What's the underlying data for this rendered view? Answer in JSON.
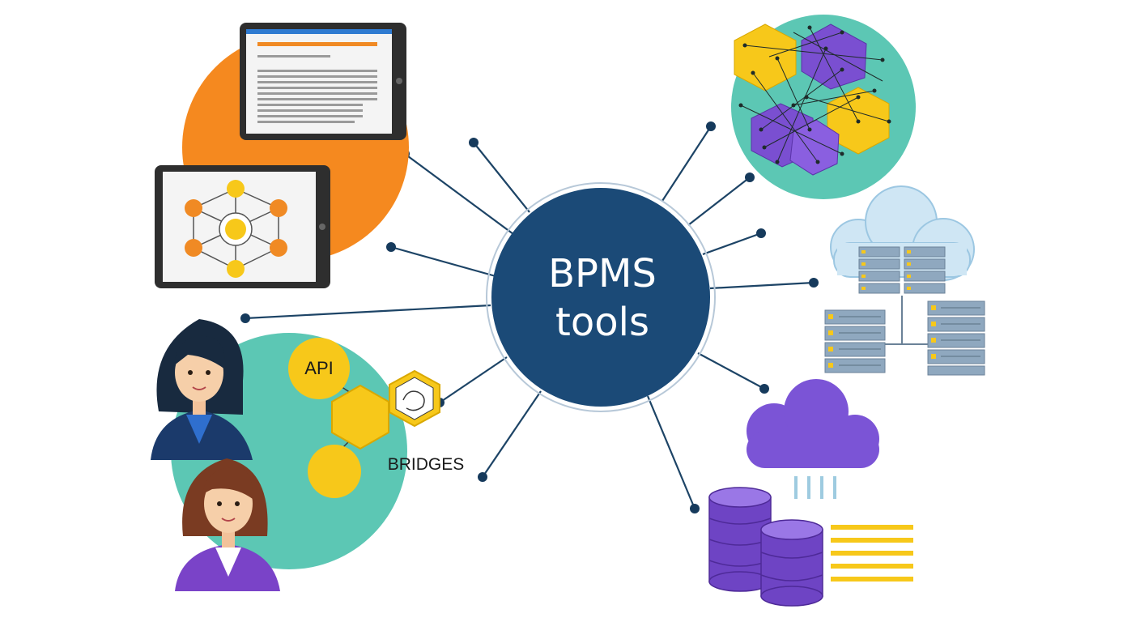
{
  "hub": {
    "line1": "BPMS",
    "line2": "tools"
  },
  "labels": {
    "api": "API",
    "bridges": "BRIDGES"
  },
  "icons": [
    "document-tablet-icon",
    "workflow-tablet-icon",
    "hexagon-network-icon",
    "cloud-server-icon",
    "server-rack-icon",
    "rain-cloud-icon",
    "database-icon",
    "businesswoman-icon",
    "api-hexagon-icon"
  ],
  "colors": {
    "hub": "#1b4a77",
    "connector": "#1d4466",
    "orange": "#f5891f",
    "teal": "#5cc7b4",
    "yellow": "#f7c81a",
    "purple": "#7a4fd1",
    "server": "#8fa8bf",
    "cloud_light": "#cfe6f4"
  }
}
